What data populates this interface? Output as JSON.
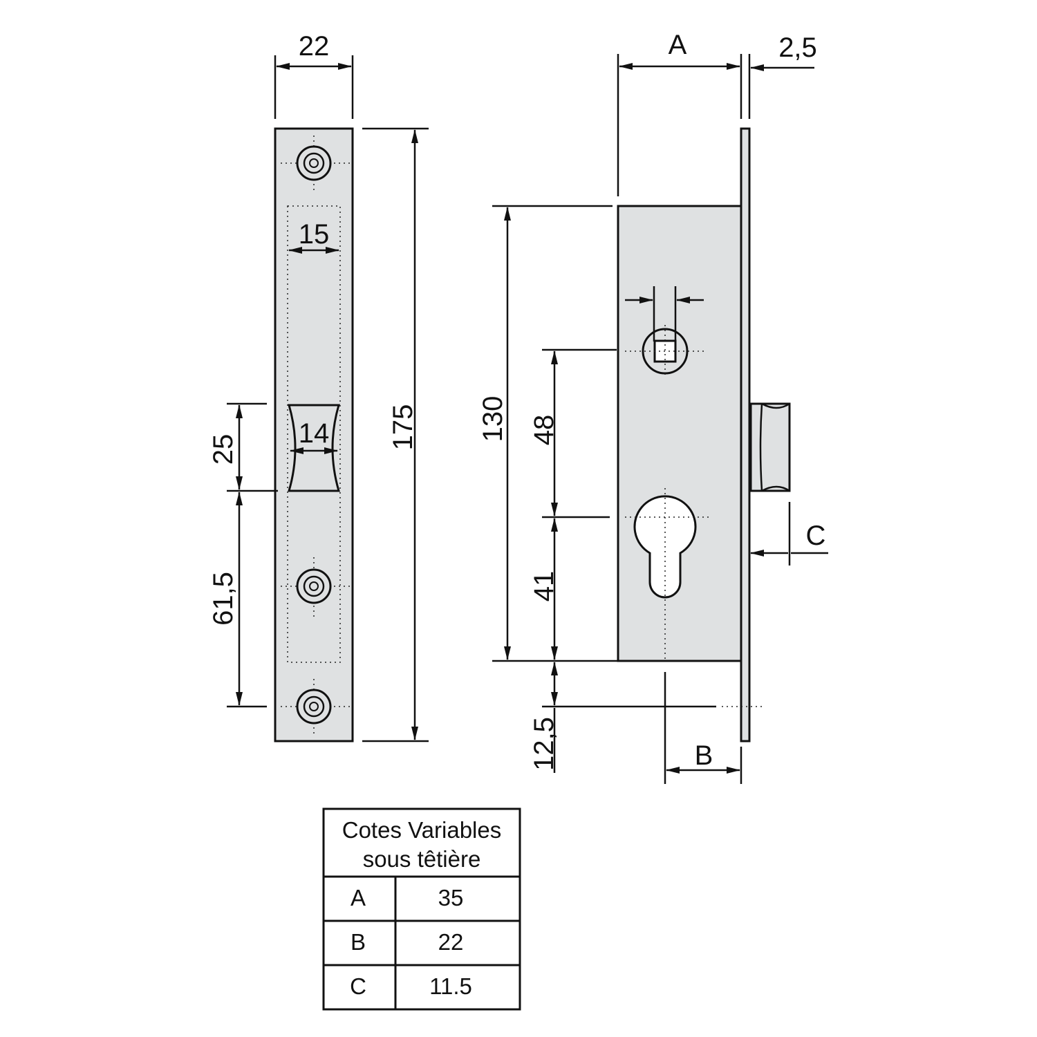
{
  "dimensions": {
    "faceplate_width": "22",
    "faceplate_length": "175",
    "inner_width": "15",
    "latch_width": "14",
    "latch_height": "25",
    "latch_to_screw": "61,5",
    "case_height": "130",
    "spindle_to_cylinder": "48",
    "cylinder_to_bottom": "41",
    "bottom_offset": "12,5",
    "faceplate_thickness": "2,5",
    "label_a": "A",
    "label_b": "B",
    "label_c": "C"
  },
  "table": {
    "header_line1": "Cotes Variables",
    "header_line2": "sous têtière",
    "rows": [
      {
        "label": "A",
        "value": "35"
      },
      {
        "label": "B",
        "value": "22"
      },
      {
        "label": "C",
        "value": "11.5"
      }
    ]
  },
  "colors": {
    "plate_fill": "#dfe1e2",
    "line": "#111111"
  }
}
